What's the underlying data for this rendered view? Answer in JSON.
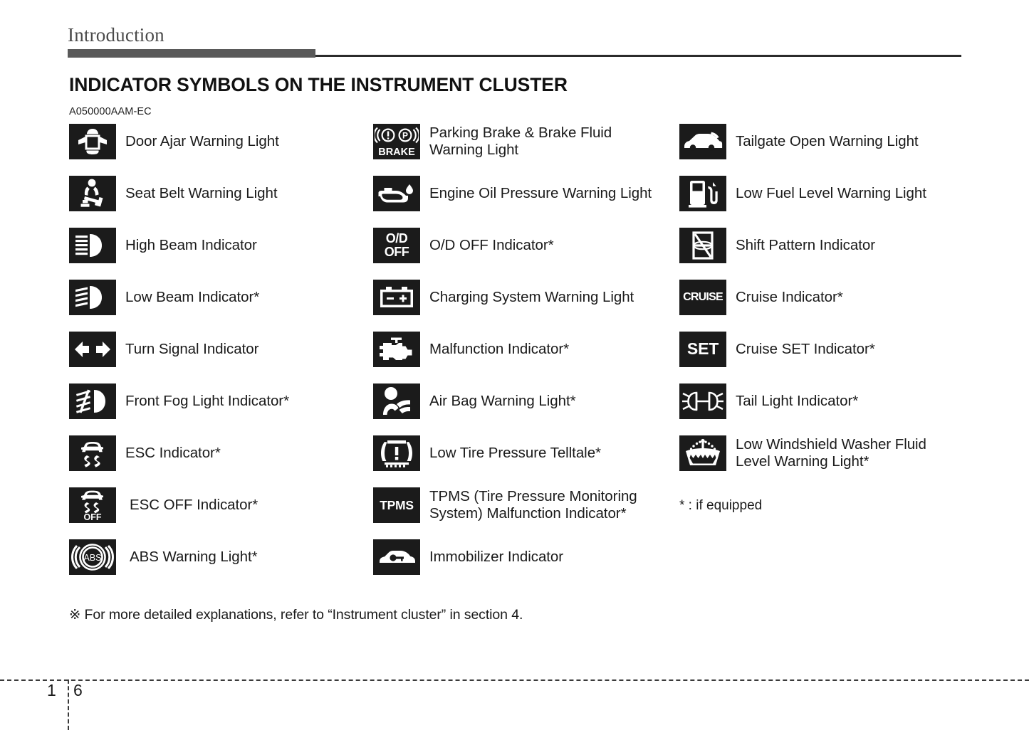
{
  "page": {
    "section_title": "Introduction",
    "main_title": "INDICATOR SYMBOLS ON THE INSTRUMENT CLUSTER",
    "doc_code": "A050000AAM-EC",
    "bottom_note": "※ For more detailed explanations, refer to “Instrument cluster” in section 4.",
    "equipped_note": "* : if equipped",
    "footer": {
      "chapter": "1",
      "page": "6"
    },
    "colors": {
      "icon_background": "#1b1b1b",
      "icon_glyph": "#ffffff",
      "rule_thick": "#595959",
      "rule_thin": "#2b2b2b",
      "section_title": "#4a4a4a",
      "body_text": "#1a1a1a"
    }
  },
  "columns": [
    {
      "id": "column-1",
      "rows": [
        {
          "icon": "door-ajar-icon",
          "label": "Door Ajar Warning Light"
        },
        {
          "icon": "seat-belt-icon",
          "label": "Seat Belt Warning Light"
        },
        {
          "icon": "high-beam-icon",
          "label": "High Beam Indicator"
        },
        {
          "icon": "low-beam-icon",
          "label": "Low Beam Indicator*"
        },
        {
          "icon": "turn-signal-icon",
          "label": "Turn Signal Indicator"
        },
        {
          "icon": "front-fog-light-icon",
          "label": "Front Fog Light Indicator*"
        },
        {
          "icon": "esc-icon",
          "label": "ESC Indicator*"
        },
        {
          "icon": "esc-off-icon",
          "label": "ESC OFF Indicator*"
        },
        {
          "icon": "abs-icon",
          "label": "ABS Warning Light*"
        }
      ]
    },
    {
      "id": "column-2",
      "rows": [
        {
          "icon": "parking-brake-icon",
          "label": "Parking Brake & Brake Fluid\nWarning Light"
        },
        {
          "icon": "engine-oil-icon",
          "label": "Engine Oil Pressure Warning Light"
        },
        {
          "icon": "od-off-icon",
          "label": "O/D OFF Indicator*"
        },
        {
          "icon": "battery-charging-icon",
          "label": "Charging System Warning Light"
        },
        {
          "icon": "malfunction-icon",
          "label": "Malfunction Indicator*"
        },
        {
          "icon": "air-bag-icon",
          "label": "Air Bag Warning Light*"
        },
        {
          "icon": "low-tire-pressure-icon",
          "label": "Low Tire Pressure Telltale*"
        },
        {
          "icon": "tpms-icon",
          "label": "TPMS (Tire Pressure Monitoring\nSystem) Malfunction Indicator*"
        },
        {
          "icon": "immobilizer-icon",
          "label": "Immobilizer Indicator"
        }
      ]
    },
    {
      "id": "column-3",
      "rows": [
        {
          "icon": "tailgate-open-icon",
          "label": "Tailgate Open Warning Light"
        },
        {
          "icon": "low-fuel-icon",
          "label": "Low Fuel Level Warning Light"
        },
        {
          "icon": "shift-pattern-icon",
          "label": "Shift Pattern Indicator"
        },
        {
          "icon": "cruise-icon",
          "label": "Cruise Indicator*"
        },
        {
          "icon": "cruise-set-icon",
          "label": "Cruise SET Indicator*"
        },
        {
          "icon": "tail-light-icon",
          "label": "Tail Light Indicator*"
        },
        {
          "icon": "washer-fluid-icon",
          "label": "Low Windshield Washer Fluid\nLevel Warning Light*"
        }
      ]
    }
  ],
  "icon_texts": {
    "parking_brake": "BRAKE",
    "od_off_line1": "O/D",
    "od_off_line2": "OFF",
    "tpms": "TPMS",
    "cruise": "CRUISE",
    "cruise_set": "SET",
    "abs": "ABS",
    "esc_off": "OFF"
  }
}
